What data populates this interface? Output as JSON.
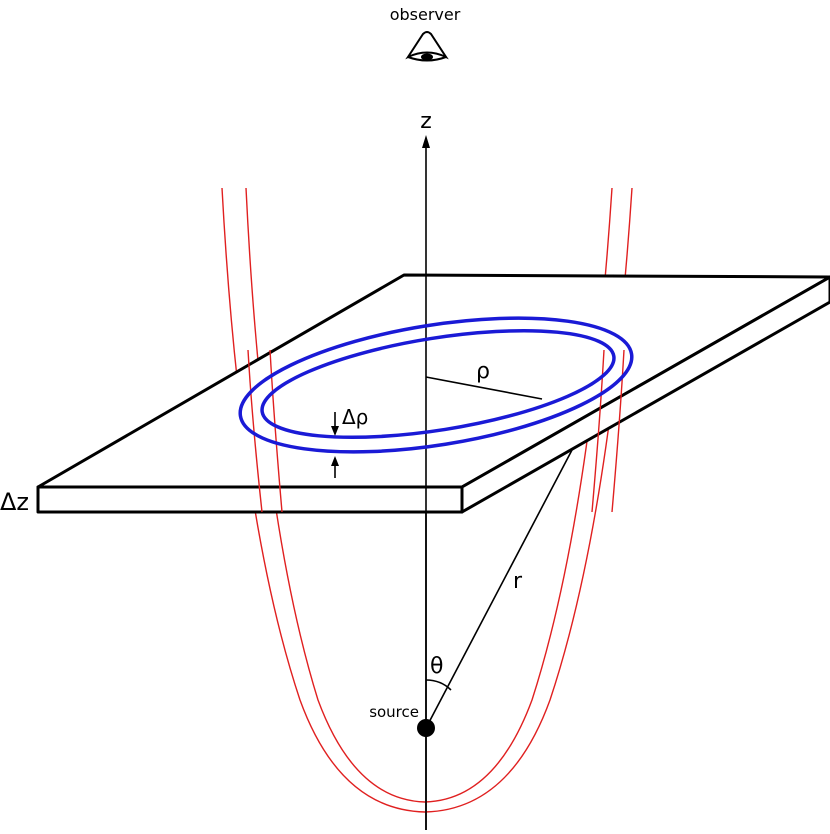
{
  "labels": {
    "observer": "observer",
    "z_axis": "z",
    "rho": "ρ",
    "delta_rho": "Δρ",
    "delta_z": "Δz",
    "r": "r",
    "theta": "θ",
    "source": "source"
  },
  "colors": {
    "ink": "#000000",
    "ring": "#1a1ad6",
    "paraboloid": "#e02020",
    "background": "#ffffff"
  },
  "icons": {
    "observer": "eye-icon",
    "source": "filled-circle"
  }
}
